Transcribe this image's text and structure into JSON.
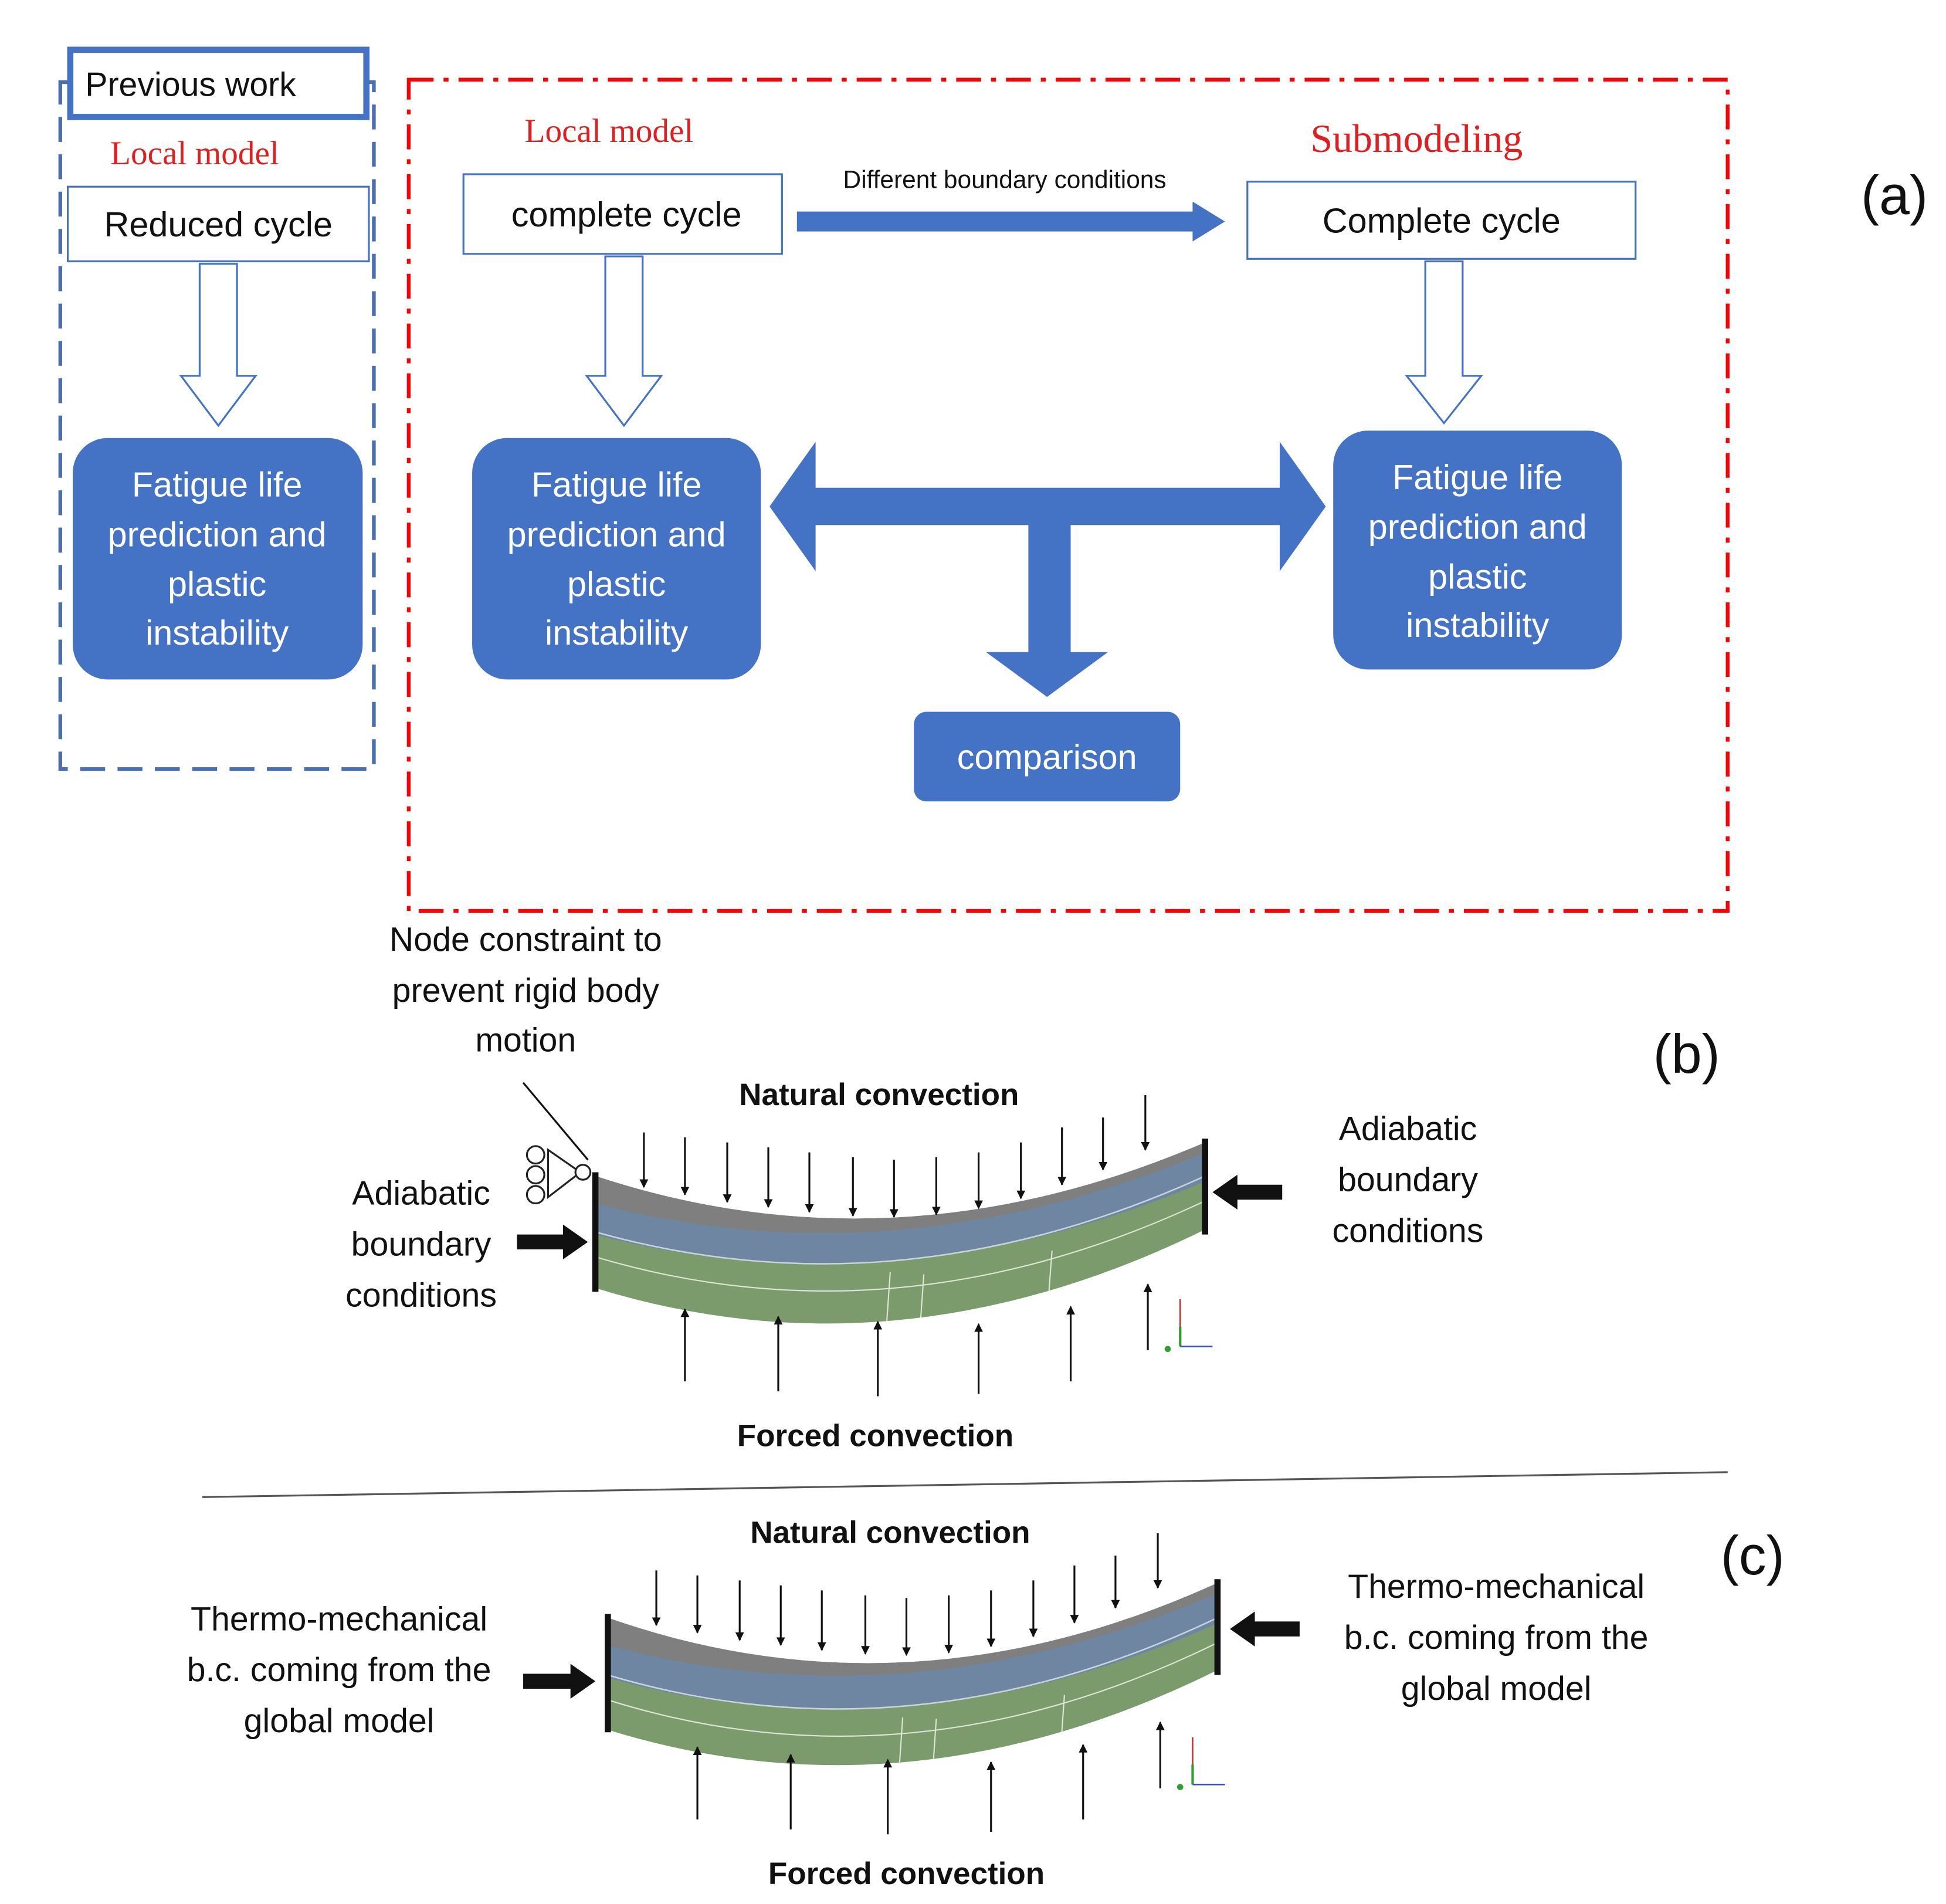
{
  "colors": {
    "blue_box": "#4472C4",
    "blue_dash": "#4A6FB0",
    "red_dash": "#FF0000",
    "red_text": "#E02020",
    "top_layer": "#7F7F7F",
    "mid_layer": "#6F86A3",
    "bottom_layer": "#7C9B6C"
  },
  "panel_a": {
    "label": "(a)",
    "previous_work": {
      "tag": "Previous work",
      "title": "Local model",
      "input_box": "Reduced cycle",
      "output_box": [
        "Fatigue life",
        "prediction and",
        "plastic",
        "instability"
      ]
    },
    "current_work": {
      "local_title": "Local model",
      "local_input": "complete cycle",
      "arrow_label": "Different boundary conditions",
      "sub_title": "Submodeling",
      "sub_input": "Complete cycle",
      "local_output": [
        "Fatigue life",
        "prediction and",
        "plastic",
        "instability"
      ],
      "sub_output": [
        "Fatigue life",
        "prediction and",
        "plastic",
        "instability"
      ],
      "comparison": "comparison"
    }
  },
  "panel_b": {
    "label": "(b)",
    "node_note": [
      "Node constraint to",
      "prevent rigid body",
      "motion"
    ],
    "top_label": "Natural convection",
    "bottom_label": "Forced convection",
    "left_label": [
      "Adiabatic",
      "boundary",
      "conditions"
    ],
    "right_label": [
      "Adiabatic",
      "boundary",
      "conditions"
    ]
  },
  "panel_c": {
    "label": "(c)",
    "top_label": "Natural convection",
    "bottom_label": "Forced convection",
    "left_label": [
      "Thermo-mechanical",
      "b.c. coming from the",
      "global model"
    ],
    "right_label": [
      "Thermo-mechanical",
      "b.c. coming from the",
      "global model"
    ]
  }
}
